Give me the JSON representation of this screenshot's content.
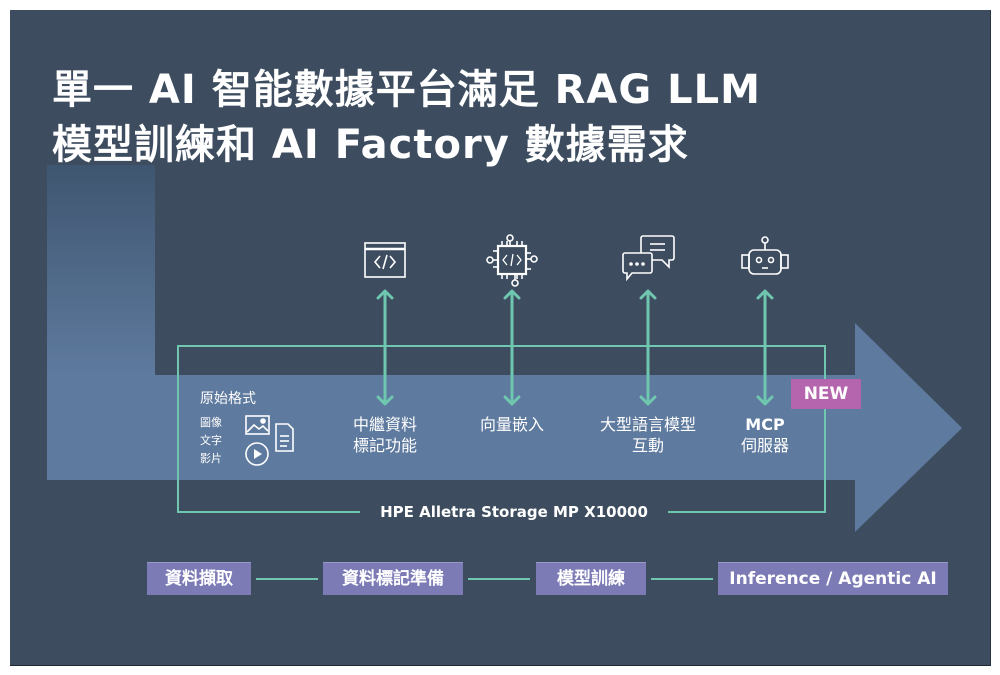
{
  "title": {
    "line1": "單一 AI 智能數據平台滿足 RAG LLM",
    "line2": "模型訓練和 AI Factory 數據需求"
  },
  "source": {
    "title": "原始格式",
    "types": [
      "圖像",
      "文字",
      "影片"
    ],
    "icons": [
      "image-icon",
      "play-icon",
      "document-icon"
    ]
  },
  "functions": [
    {
      "icon": "code-window-icon",
      "line1": "中繼資料",
      "line2": "標記功能"
    },
    {
      "icon": "chip-icon",
      "line1": "向量嵌入",
      "line2": ""
    },
    {
      "icon": "chat-bubbles-icon",
      "line1": "大型語言模型",
      "line2": "互動"
    },
    {
      "icon": "robot-icon",
      "line1": "MCP",
      "line2": "伺服器"
    }
  ],
  "badge": "NEW",
  "storage_label": "HPE Alletra Storage MP X10000",
  "stages": [
    "資料擷取",
    "資料標記準備",
    "模型訓練",
    "Inference / Agentic AI"
  ],
  "colors": {
    "background": "#3d4d5f",
    "arrow": "#5e7a9e",
    "teal": "#6fc7b0",
    "badge": "#b565ae",
    "stage": "#7c7bb6"
  }
}
